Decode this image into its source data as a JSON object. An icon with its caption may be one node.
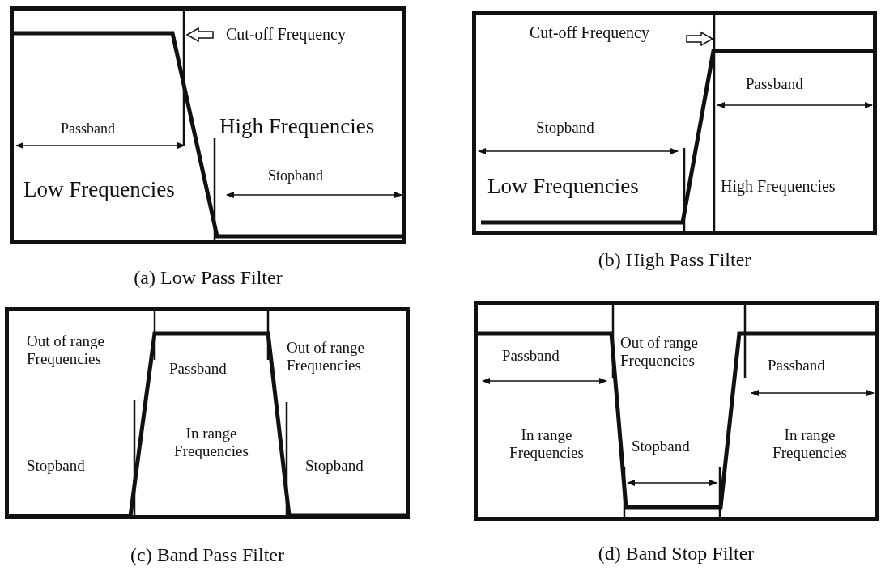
{
  "diagram": {
    "nodes": [
      {
        "text": [
          "Cut-off Frequency",
          "Passband",
          "High Frequencies",
          "Stopband",
          "Low Frequencies"
        ],
        "beside": [
          "(a) Low Pass Filter"
        ]
      },
      {
        "text": [
          "Cut-off Frequency",
          "Passband",
          "Stopband",
          "Low Frequencies",
          "High Frequencies"
        ],
        "beside": [
          "(b) High Pass Filter"
        ]
      },
      {
        "text": [
          "Out of range Frequencies",
          "Passband",
          "Out of range Frequencies",
          "In range Frequencies",
          "Stopband",
          "Stopband"
        ],
        "beside": [
          "(c) Band Pass Filter"
        ]
      },
      {
        "text": [
          "Passband",
          "Out of range Frequencies",
          "Passband",
          "In range Frequencies",
          "Stopband",
          "In range Frequencies"
        ],
        "beside": [
          "(d) Band Stop Filter"
        ]
      }
    ],
    "edges": []
  }
}
